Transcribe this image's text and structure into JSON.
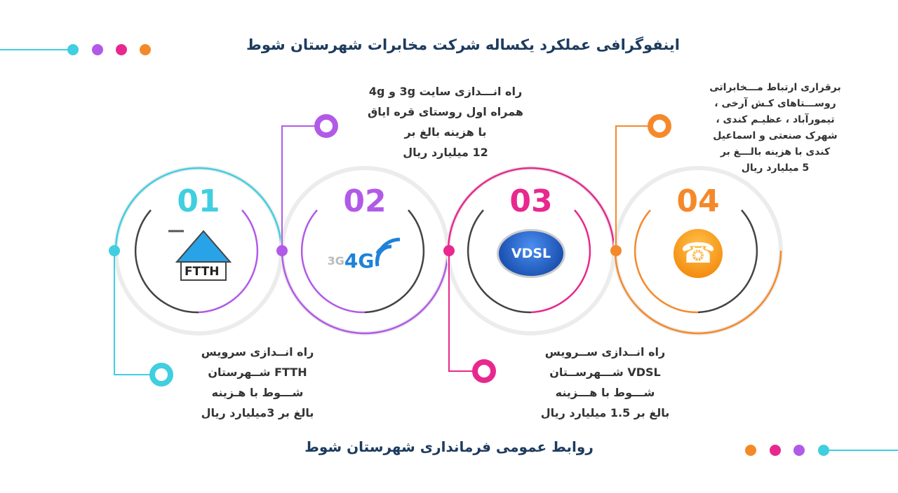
{
  "title": "اینفوگرافی  عملکرد یکساله شرکت مخابرات شهرستان شوط",
  "footer": "روابط عمومی فرمانداری شهرستان شوط",
  "colors": {
    "cyan": "#3fcfe0",
    "purple": "#b25ae8",
    "pink": "#e8288e",
    "orange": "#f5892a",
    "title": "#1d3b5e"
  },
  "steps": [
    {
      "number": "01",
      "icon": "ftth-house-icon",
      "icon_label": "FTTH",
      "lines": [
        "راه انــدازی سرویس",
        "FTTH  شــهرستان",
        "شـــوط با هـزینه",
        "بالغ بر 3میلیارد ریال"
      ]
    },
    {
      "number": "02",
      "icon": "3g-4g-signal-icon",
      "icon_label_small": "3G",
      "icon_label": "4G",
      "lines": [
        "راه انـــدازی سایت 3g  و 4g",
        "همراه اول روستای قره ایاق",
        "با هزینه بالغ بر",
        "12 میلیارد ریال"
      ]
    },
    {
      "number": "03",
      "icon": "vdsl-badge-icon",
      "icon_label": "VDSL",
      "lines": [
        "راه انــدازی ســرویس",
        "VDSL  شـــهرســتان",
        "شـــوط با هـــزینه",
        "بالغ بر 1.5 میلیارد ریال"
      ]
    },
    {
      "number": "04",
      "icon": "telephone-icon",
      "lines": [
        "برقراری ارتباط مـــخابراتی",
        "روســـتاهای کـش آرخی ،",
        "تیمورآباد ، عظیـم کندی ،",
        "شهرک صنعتی و اسماعیل",
        "کندی با هزینه بالـــغ بر",
        "5 میلیارد ریال"
      ]
    }
  ]
}
